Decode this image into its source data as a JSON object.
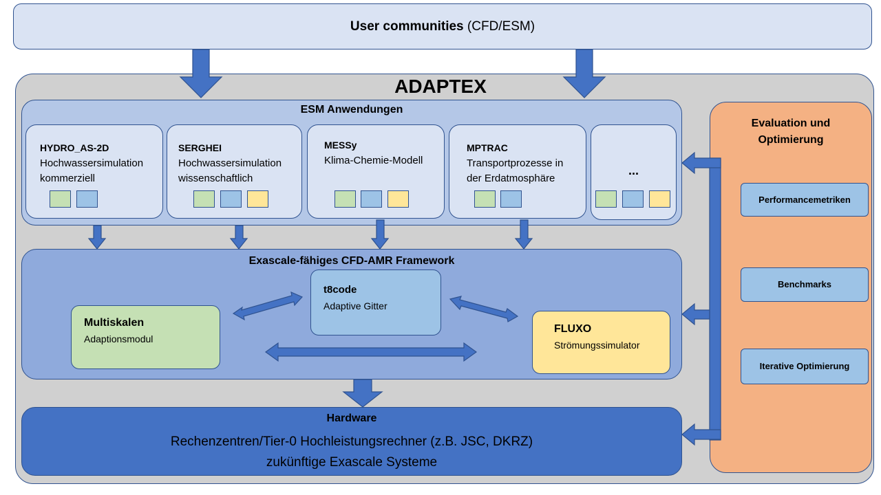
{
  "user_communities": {
    "title": "User communities",
    "suffix": "(CFD/ESM)"
  },
  "adaptex": {
    "title": "ADAPTEX"
  },
  "esm": {
    "title": "ESM Anwendungen",
    "apps": [
      {
        "name": "HYDRO_AS-2D",
        "line1": "Hochwassersimulation",
        "line2": "kommerziell"
      },
      {
        "name": "SERGHEI",
        "line1": "Hochwassersimulation",
        "line2": "wissenschaftlich"
      },
      {
        "name": "MESSy",
        "line1": "Klima-Chemie-Modell",
        "line2": ""
      },
      {
        "name": "MPTRAC",
        "line1": "Transportprozesse in",
        "line2": "der Erdatmosphäre"
      },
      {
        "name": "...",
        "line1": "",
        "line2": ""
      }
    ]
  },
  "framework": {
    "title": "Exascale-fähiges CFD-AMR Framework",
    "t8code": {
      "name": "t8code",
      "desc": "Adaptive Gitter"
    },
    "multiskalen": {
      "name": "Multiskalen",
      "desc": "Adaptionsmodul"
    },
    "fluxo": {
      "name": "FLUXO",
      "desc": "Strömungssimulator"
    }
  },
  "hardware": {
    "title": "Hardware",
    "line1": "Rechenzentren/Tier-0 Hochleistungsrechner (z.B. JSC, DKRZ)",
    "line2": "zukünftige Exascale Systeme"
  },
  "evaluation": {
    "title_line1": "Evaluation und",
    "title_line2": "Optimierung",
    "items": [
      "Performancemetriken",
      "Benchmarks",
      "Iterative Optimierung"
    ]
  },
  "colors": {
    "outline": "#2f528f",
    "arrow": "#4472c4",
    "user_bg": "#dae3f3",
    "adaptex_bg": "#d0d0d0",
    "esm_bg": "#b4c7e7",
    "app_bg": "#dae3f3",
    "framework_bg": "#8faadc",
    "t8code_bg": "#9dc3e6",
    "multiskalen_bg": "#c5e0b4",
    "fluxo_bg": "#ffe699",
    "hardware_bg": "#4472c4",
    "evaluation_bg": "#f4b183",
    "eval_item_bg": "#9dc3e6"
  }
}
